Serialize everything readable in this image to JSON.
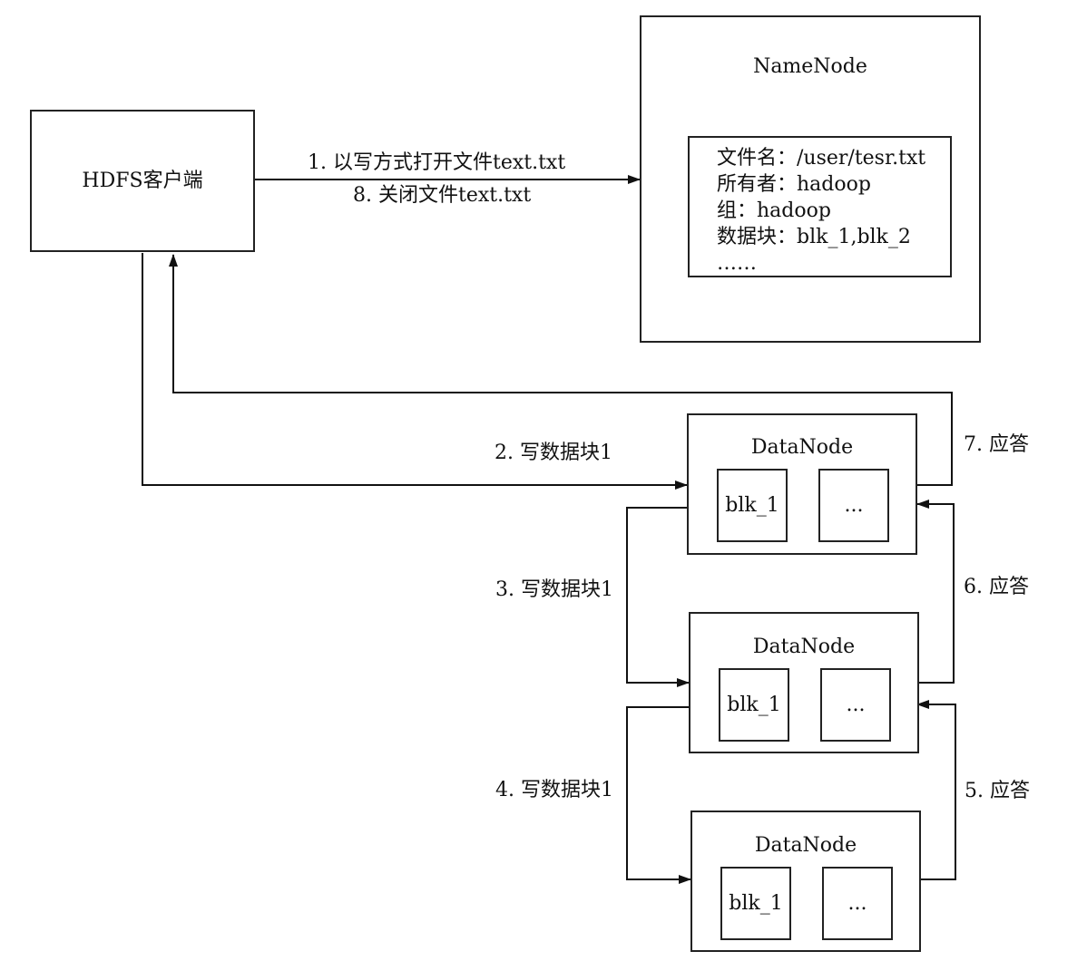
{
  "client": {
    "title": "HDFS客户端"
  },
  "namenode": {
    "title": "NameNode",
    "metadata": [
      "文件名：/user/tesr.txt",
      "所有者：hadoop",
      "组：hadoop",
      "数据块：blk_1,blk_2",
      "……"
    ]
  },
  "datanodes": [
    {
      "title": "DataNode",
      "block": "blk_1",
      "more": "..."
    },
    {
      "title": "DataNode",
      "block": "blk_1",
      "more": "..."
    },
    {
      "title": "DataNode",
      "block": "blk_1",
      "more": "..."
    }
  ],
  "steps": {
    "s1": "1. 以写方式打开文件text.txt",
    "s8": "8. 关闭文件text.txt",
    "s2": "2. 写数据块1",
    "s3": "3. 写数据块1",
    "s4": "4. 写数据块1",
    "s5": "5. 应答",
    "s6": "6. 应答",
    "s7": "7. 应答"
  }
}
